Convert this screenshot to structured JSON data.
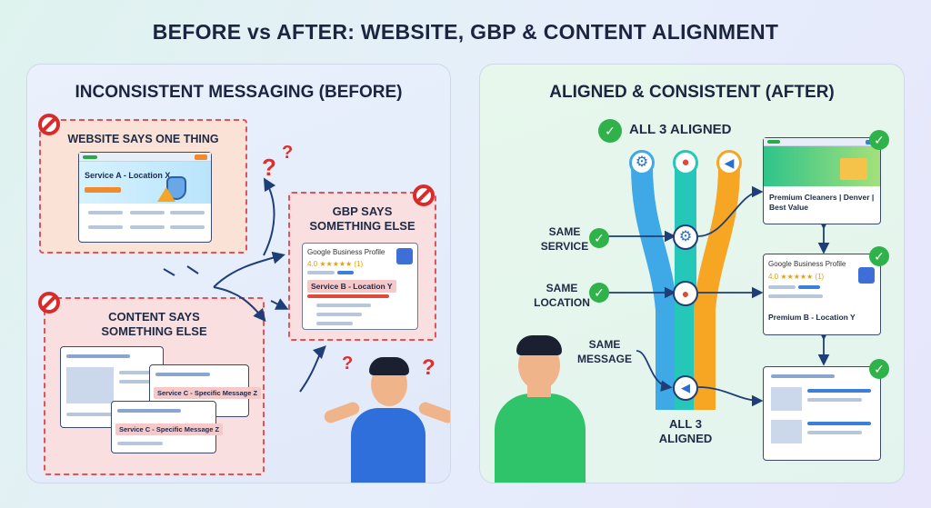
{
  "main_title": "BEFORE vs AFTER: WEBSITE, GBP & CONTENT ALIGNMENT",
  "before": {
    "title": "INCONSISTENT MESSAGING (BEFORE)",
    "website_label": "WEBSITE SAYS ONE THING",
    "website_hero": "Service A - Location X",
    "gbp_label_1": "GBP SAYS",
    "gbp_label_2": "SOMETHING ELSE",
    "gbp_brand": "Google Business Profile",
    "gbp_rating": "4.0 ★★★★★ (1)",
    "gbp_service": "Service B - Location Y",
    "content_label_1": "CONTENT SAYS",
    "content_label_2": "SOMETHING ELSE",
    "content_tag_1": "Service C - Specific Message Z",
    "content_tag_2": "Service C - Specific Message Z"
  },
  "after": {
    "title": "ALIGNED & CONSISTENT (AFTER)",
    "top_label": "ALL 3 ALIGNED",
    "same_service_1": "SAME",
    "same_service_2": "SERVICE",
    "same_location_1": "SAME",
    "same_location_2": "LOCATION",
    "same_message_1": "SAME",
    "same_message_2": "MESSAGE",
    "bottom_label_1": "ALL 3",
    "bottom_label_2": "ALIGNED",
    "website_caption": "Premium Cleaners | Denver | Best Value",
    "gbp_brand": "Google Business Profile",
    "gbp_rating": "4.0 ★★★★★ (1)",
    "gbp_service": "Premium B - Location Y"
  },
  "colors": {
    "check_green": "#2fb24a",
    "warning_red": "#d92b2b",
    "stream_blue": "#3fa9e8",
    "stream_teal": "#25c7b8",
    "stream_orange": "#f6a623"
  },
  "icons": [
    "gear-icon",
    "location-pin-icon",
    "megaphone-icon",
    "check-icon",
    "no-sign-icon",
    "question-mark-icon"
  ]
}
